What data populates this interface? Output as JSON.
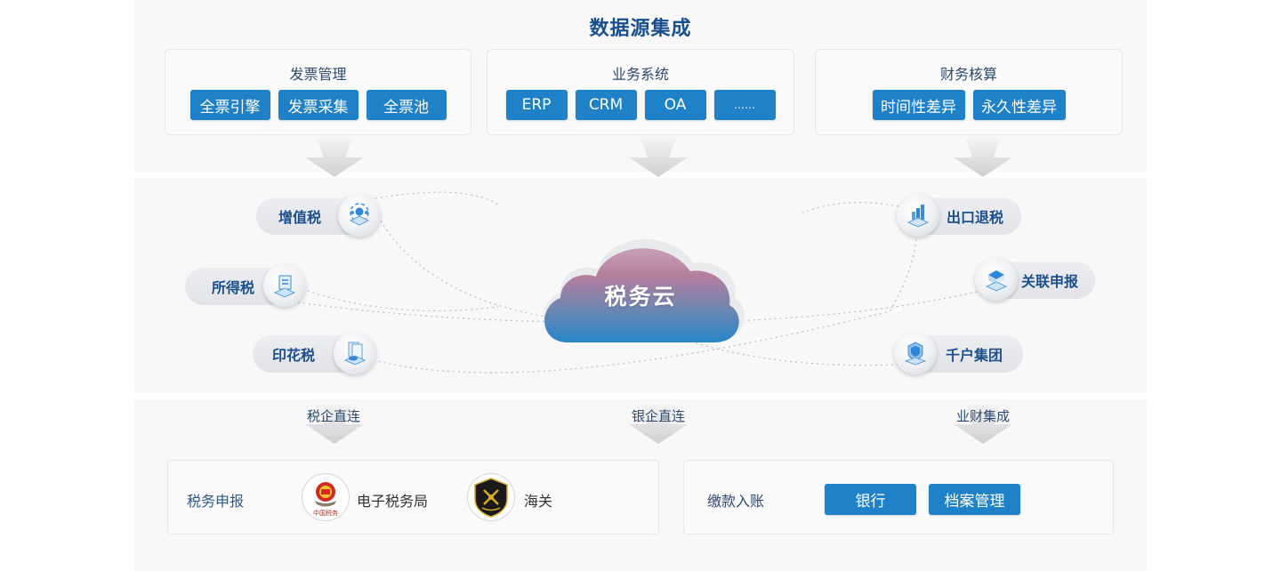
{
  "title": "数据源集成",
  "sources": [
    {
      "title": "发票管理",
      "buttons": [
        "全票引擎",
        "发票采集",
        "全票池"
      ]
    },
    {
      "title": "业务系统",
      "buttons": [
        "ERP",
        "CRM",
        "OA",
        "……"
      ]
    },
    {
      "title": "财务核算",
      "buttons": [
        "时间性差异",
        "永久性差异"
      ]
    }
  ],
  "cloud": {
    "label": "税务云"
  },
  "left_nodes": [
    {
      "label": "增值税",
      "icon": "vat-icon"
    },
    {
      "label": "所得税",
      "icon": "income-tax-icon"
    },
    {
      "label": "印花税",
      "icon": "stamp-tax-icon"
    }
  ],
  "right_nodes": [
    {
      "label": "出口退税",
      "icon": "export-rebate-icon"
    },
    {
      "label": "关联申报",
      "icon": "related-declaration-icon"
    },
    {
      "label": "千户集团",
      "icon": "enterprise-group-icon"
    }
  ],
  "connections": [
    "税企直连",
    "银企直连",
    "业财集成"
  ],
  "tax_declaration": {
    "label": "税务申报",
    "entities": [
      {
        "name": "电子税务局",
        "logo": "tax-bureau-emblem"
      },
      {
        "name": "海关",
        "logo": "china-customs-emblem"
      }
    ]
  },
  "payment": {
    "label": "缴款入账",
    "buttons": [
      "银行",
      "档案管理"
    ]
  },
  "colors": {
    "accent_blue": "#1f82c8",
    "title_blue": "#1a4f8f",
    "cloud_top": "#b8809e",
    "cloud_bottom": "#2a86c8"
  }
}
